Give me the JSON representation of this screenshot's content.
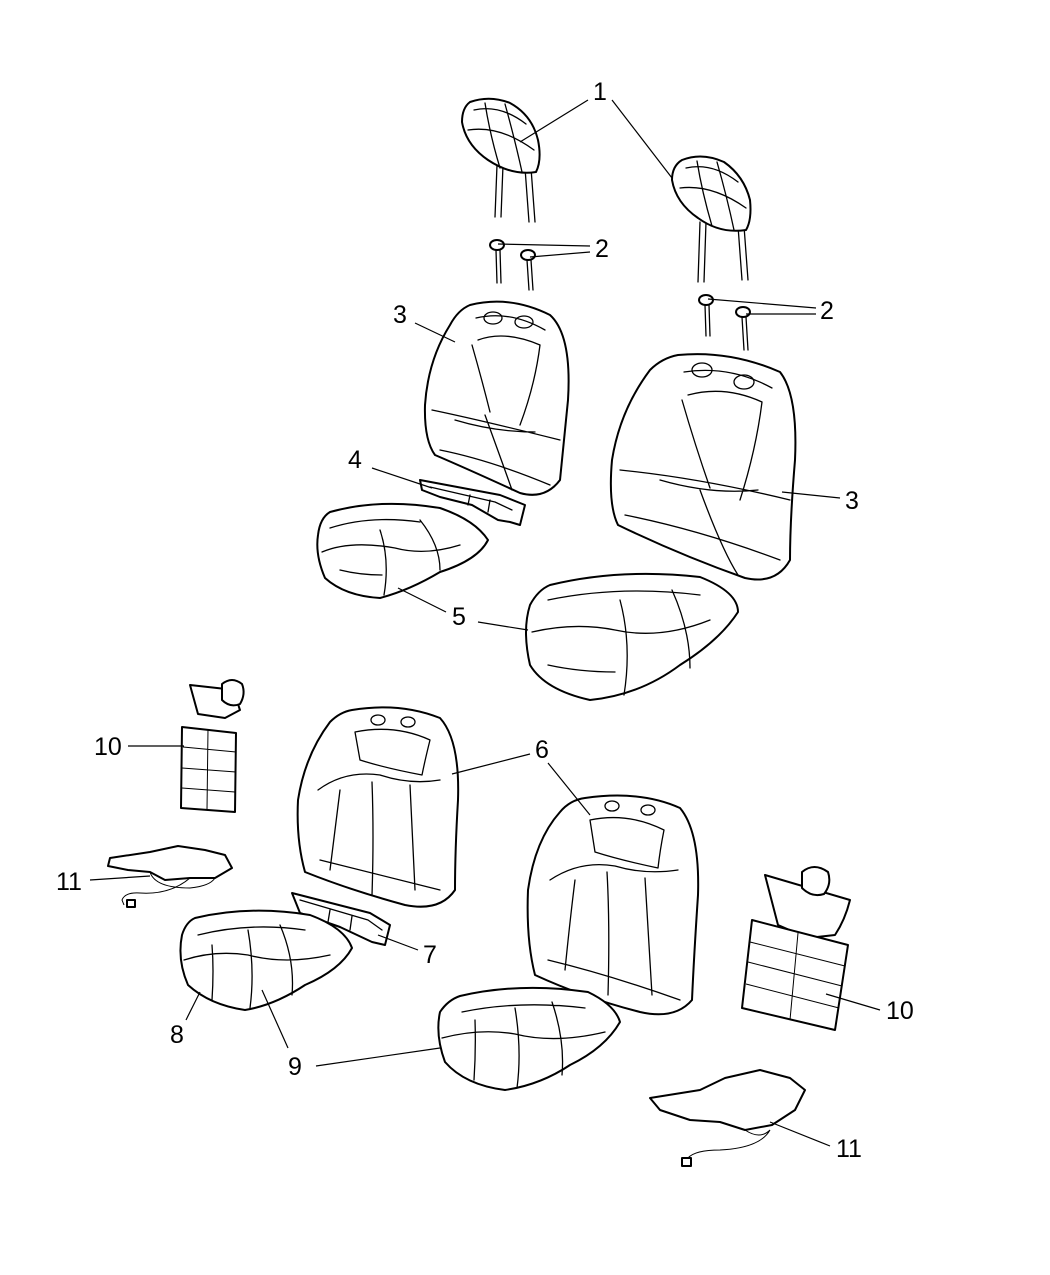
{
  "callouts": [
    {
      "id": "c1",
      "text": "1"
    },
    {
      "id": "c2a",
      "text": "2"
    },
    {
      "id": "c2b",
      "text": "2"
    },
    {
      "id": "c3a",
      "text": "3"
    },
    {
      "id": "c3b",
      "text": "3"
    },
    {
      "id": "c4",
      "text": "4"
    },
    {
      "id": "c5",
      "text": "5"
    },
    {
      "id": "c6",
      "text": "6"
    },
    {
      "id": "c7",
      "text": "7"
    },
    {
      "id": "c8",
      "text": "8"
    },
    {
      "id": "c9",
      "text": "9"
    },
    {
      "id": "c10a",
      "text": "10"
    },
    {
      "id": "c10b",
      "text": "10"
    },
    {
      "id": "c11a",
      "text": "11"
    },
    {
      "id": "c11b",
      "text": "11"
    }
  ]
}
